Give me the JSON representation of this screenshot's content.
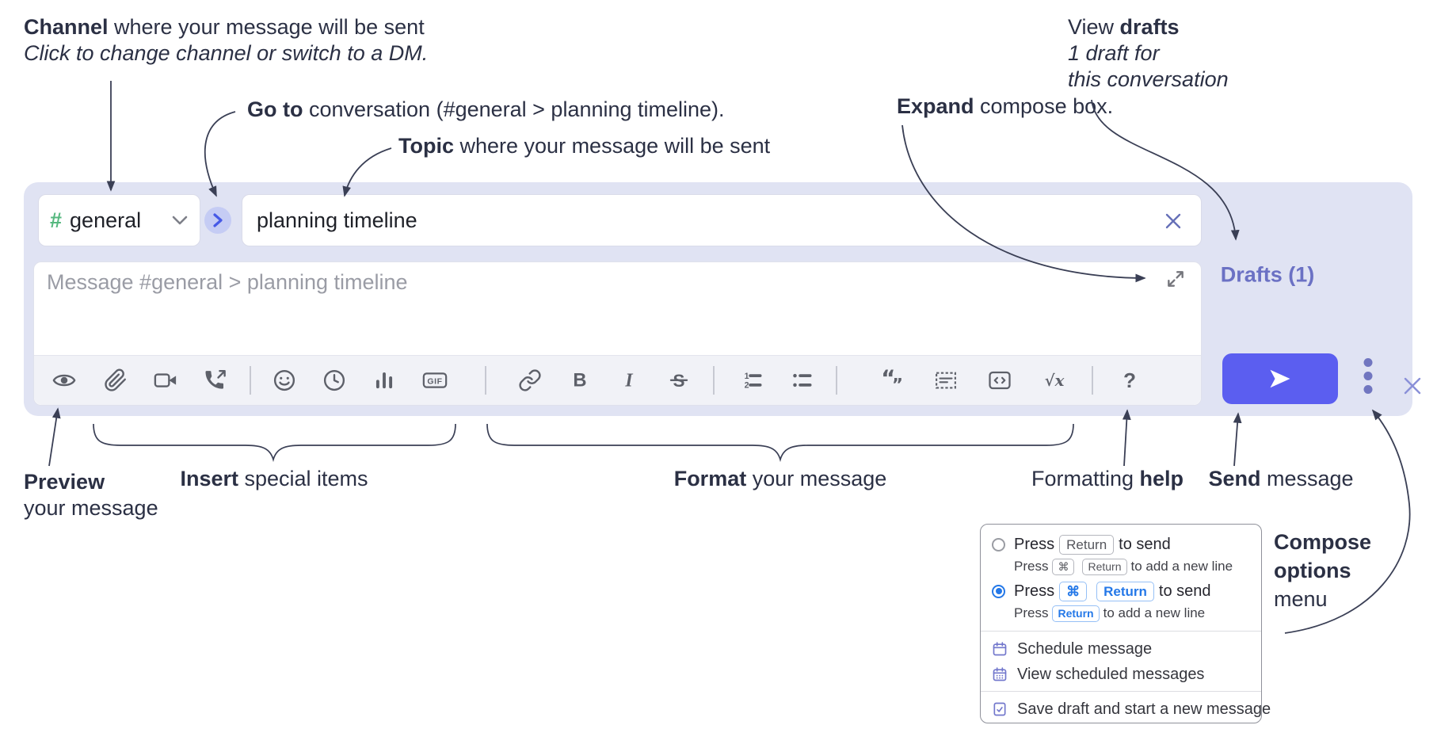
{
  "annotations": {
    "channel": {
      "bold": "Channel",
      "rest": " where your message will be sent",
      "line2": "Click to change channel or switch to a DM."
    },
    "goto": {
      "bold": "Go to",
      "rest": " conversation (#general > planning timeline)."
    },
    "topic": {
      "bold": "Topic",
      "rest": " where your message will be sent"
    },
    "expand": {
      "bold": "Expand",
      "rest": " compose box."
    },
    "drafts": {
      "pre": "View ",
      "bold": "drafts",
      "line2": "1 draft for",
      "line3": "this conversation"
    },
    "preview": {
      "bold": "Preview",
      "line2": "your message"
    },
    "insert": {
      "bold": "Insert",
      "rest": " special items"
    },
    "format": {
      "bold": "Format",
      "rest": " your message"
    },
    "help": {
      "pre": "Formatting ",
      "bold": "help"
    },
    "send": {
      "bold": "Send",
      "rest": " message"
    },
    "compose_options": {
      "line1": "Compose",
      "line2": "options",
      "line3": "menu"
    }
  },
  "compose": {
    "channel_hash": "#",
    "channel_name": "general",
    "topic_value": "planning timeline",
    "message_placeholder": "Message #general > planning timeline",
    "drafts_link": "Drafts (1)",
    "gif_label": "GIF",
    "bold_glyph": "B",
    "italic_glyph": "I",
    "strike_glyph": "S",
    "math_glyph": "√x",
    "help_glyph": "?",
    "quote_open": "“",
    "quote_close": "”",
    "ol_1": "1",
    "ol_2": "2",
    "toolbar_icon_names": [
      "preview",
      "attach-file",
      "add-video-call",
      "add-voice-call",
      "emoji",
      "global-time",
      "poll",
      "gif",
      "link",
      "bold",
      "italic",
      "strikethrough",
      "numbered-list",
      "bulleted-list",
      "quote",
      "spoiler",
      "code",
      "math",
      "message-formatting-help"
    ]
  },
  "options_menu": {
    "r1": {
      "press": "Press",
      "kbd": "Return",
      "to": "to send"
    },
    "r1sub": {
      "press": "Press",
      "kbd1": "⌘",
      "kbd2": "Return",
      "to": "to add a new line"
    },
    "r2": {
      "press": "Press",
      "kbd1": "⌘",
      "kbd2": "Return",
      "to": "to send"
    },
    "r2sub": {
      "press": "Press",
      "kbd": "Return",
      "to": "to add a new line"
    },
    "items": {
      "schedule": "Schedule message",
      "view_scheduled": "View scheduled messages",
      "save_draft": "Save draft and start a new message"
    }
  },
  "colors": {
    "compose_bg": "#e0e3f3",
    "send_accent": "#5b5ef0",
    "purple_link": "#6b71c4",
    "hash_green": "#56b87f",
    "radio_blue": "#2478e8",
    "icon_gray": "#5d6069",
    "annotation_ink": "#2b3044"
  }
}
